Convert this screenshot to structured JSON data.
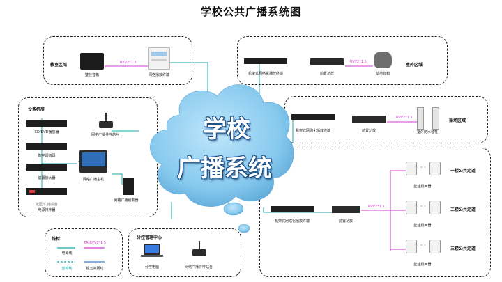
{
  "title": "学校公共广播系统图",
  "cloud": {
    "line1": "学校",
    "line2": "广播系统",
    "color": "#8fcff0"
  },
  "colors": {
    "line": "#1aa7a7",
    "speaker_line": "#d23bd2",
    "dashed": "#222222"
  },
  "regions": {
    "classroom": {
      "label": "教室区域",
      "devices": [
        "壁挂音箱",
        "网络播放终端"
      ],
      "cable": "RVV2*1.5"
    },
    "outdoor": {
      "label": "室外区域",
      "devices": [
        "机架式网络化播放终端",
        "前置功放",
        "草地音箱"
      ],
      "cable": "RVV2*1.5"
    },
    "equipment_room": {
      "label": "设备机房",
      "devices": [
        "CD/DVD播放器",
        "数字调谐器",
        "网络广播寻呼站台",
        "前置放大器",
        "网络广播主机",
        "网络广播服务器",
        "定压/广播设备",
        "电源排序器"
      ]
    },
    "sports": {
      "label": "操场区域",
      "devices": [
        "机架式网络化播放终端",
        "前置功放",
        "室外防水音柱"
      ],
      "cable": "RVV2*1.5"
    },
    "corridor": {
      "devices": [
        "机架式网络化播放终端",
        "前置功放",
        "壁挂扬声器",
        "壁挂扬声器",
        "壁挂扬声器"
      ],
      "floors": [
        "一楼公共走道",
        "二楼公共走道",
        "三楼公共走道"
      ],
      "cable": "RVV2*1.5"
    },
    "legend": {
      "label": "线材",
      "items": [
        "电源线",
        "ZR-RVV2*1.5",
        "音频线",
        "超五类网线"
      ]
    },
    "management": {
      "label": "分控管理中心",
      "devices": [
        "分控电脑",
        "网络广播寻呼站台"
      ]
    }
  }
}
